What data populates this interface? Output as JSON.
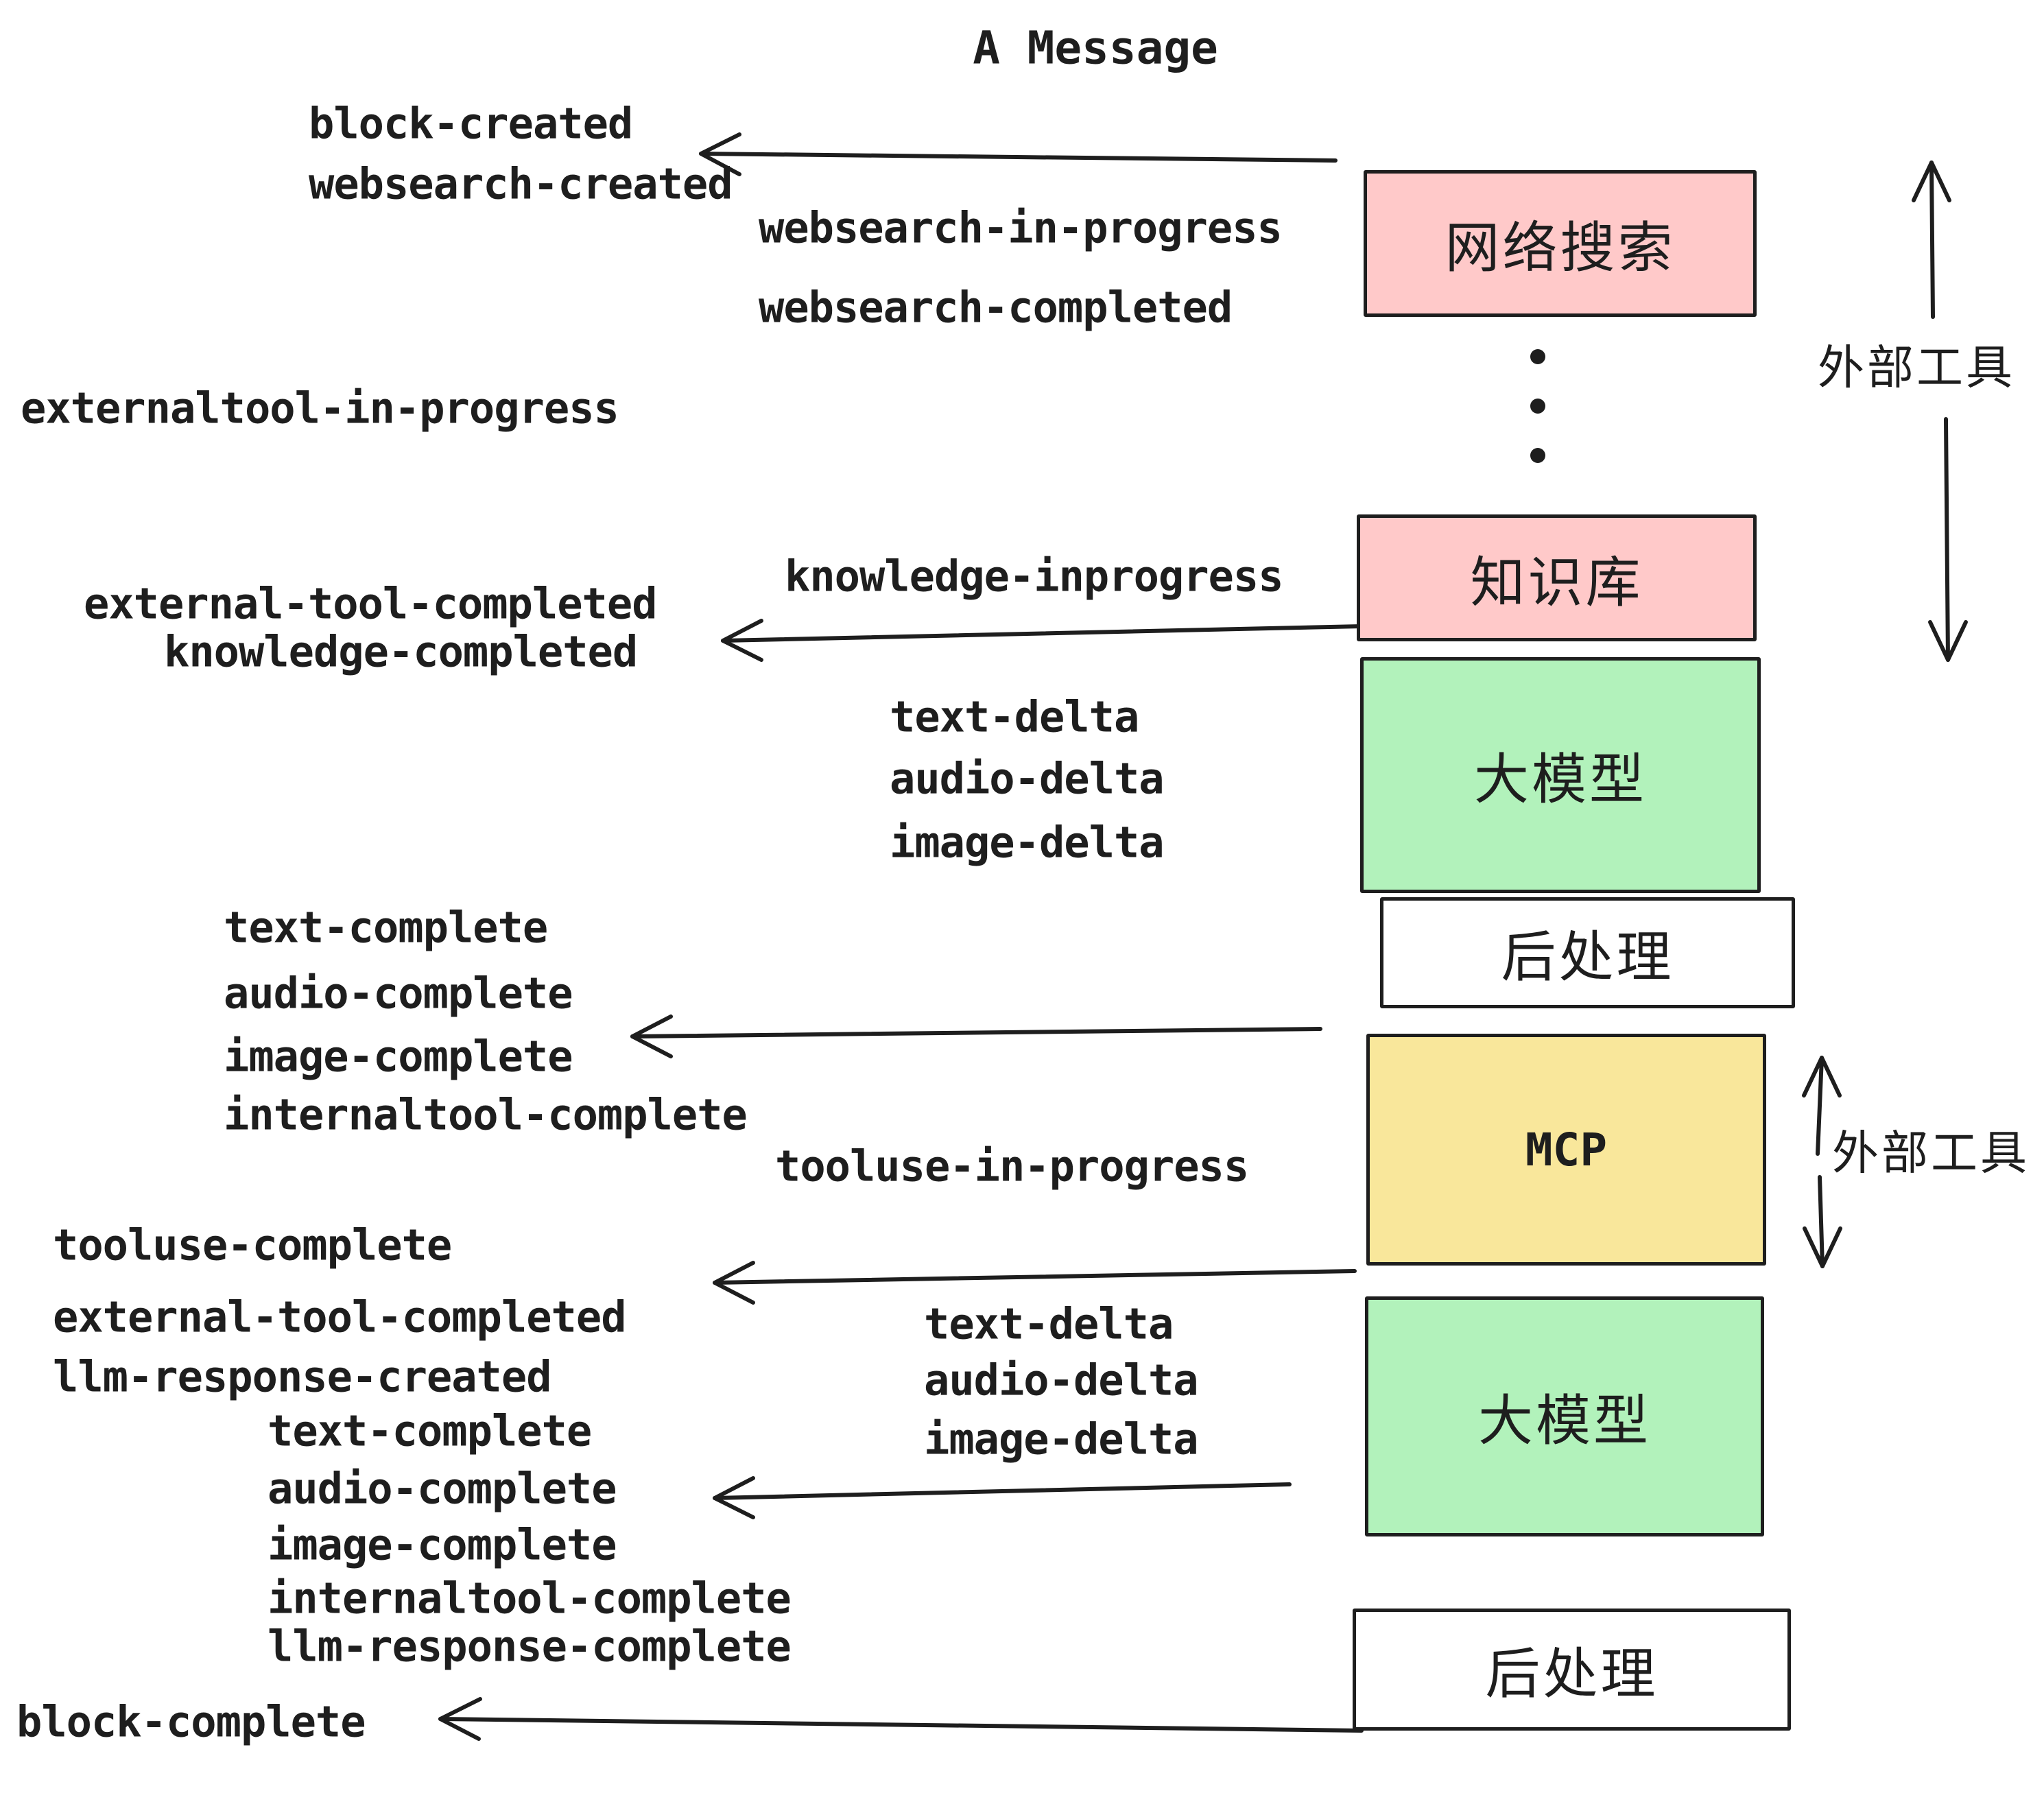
{
  "title": "A Message",
  "boxes": [
    {
      "id": "websearch",
      "label": "网络搜索",
      "color": "#ffc9c9"
    },
    {
      "id": "knowledge",
      "label": "知识库",
      "color": "#ffc9c9"
    },
    {
      "id": "llm1",
      "label": "大模型",
      "color": "#b2f2bb"
    },
    {
      "id": "post1",
      "label": "后处理",
      "color": "#ffffff"
    },
    {
      "id": "mcp",
      "label": "MCP",
      "color": "#f9e79b"
    },
    {
      "id": "llm2",
      "label": "大模型",
      "color": "#b2f2bb"
    },
    {
      "id": "post2",
      "label": "后处理",
      "color": "#ffffff"
    }
  ],
  "side_labels": {
    "external_tools_top": "外部工具",
    "external_tools_mid": "外部工具"
  },
  "events": {
    "block_created": "block-created",
    "websearch_created": "websearch-created",
    "websearch_in_progress": "websearch-in-progress",
    "websearch_completed": "websearch-completed",
    "externaltool_in_progress": "externaltool-in-progress",
    "knowledge_inprogress": "knowledge-inprogress",
    "external_tool_completed_1": "external-tool-completed",
    "knowledge_completed": "knowledge-completed",
    "text_delta_1": "text-delta",
    "audio_delta_1": "audio-delta",
    "image_delta_1": "image-delta",
    "text_complete_1": "text-complete",
    "audio_complete_1": "audio-complete",
    "image_complete_1": "image-complete",
    "internaltool_complete_1": "internaltool-complete",
    "tooluse_in_progress": "tooluse-in-progress",
    "tooluse_complete": "tooluse-complete",
    "external_tool_completed_2": "external-tool-completed",
    "llm_response_created": "llm-response-created",
    "text_complete_2": "text-complete",
    "audio_complete_2": "audio-complete",
    "image_complete_2": "image-complete",
    "internaltool_complete_2": "internaltool-complete",
    "llm_response_complete": "llm-response-complete",
    "block_complete": "block-complete",
    "text_delta_2": "text-delta",
    "audio_delta_2": "audio-delta",
    "image_delta_2": "image-delta"
  },
  "colors": {
    "ink": "#1e1e1e",
    "pink": "#ffc9c9",
    "green": "#b2f2bb",
    "yellow": "#f9e79b",
    "white": "#ffffff"
  }
}
